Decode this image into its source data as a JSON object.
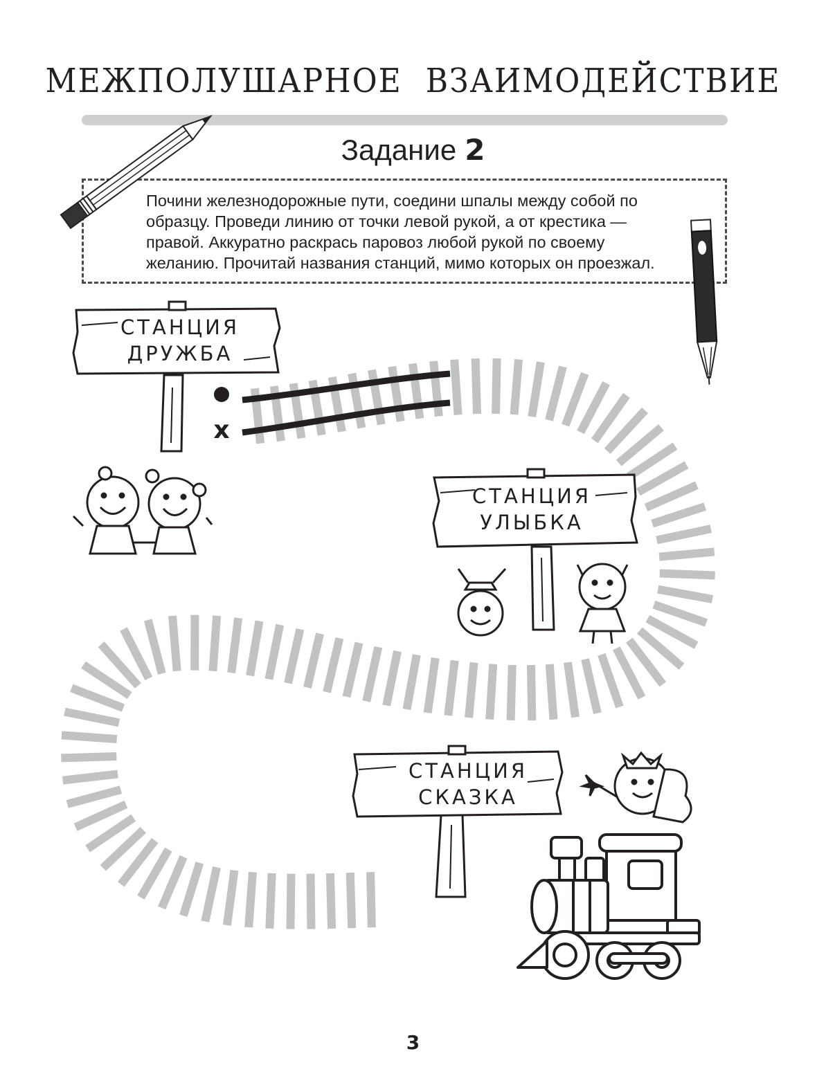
{
  "header": {
    "section_title_part1": "МЕЖПОЛУШАРНОЕ",
    "section_title_part2": "ВЗАИМОДЕЙСТВИЕ"
  },
  "task": {
    "label": "Задание",
    "number": "2",
    "instruction_lines": [
      "Почини железнодорожные пути, соедини шпалы между собой по",
      "образцу. Проведи линию от точки левой рукой, а от крестика —",
      "правой. Аккуратно раскрась паровоз любой рукой по своему",
      "желанию. Прочитай названия станций, мимо которых он проезжал."
    ]
  },
  "stations": [
    {
      "line1": "СТАНЦИЯ",
      "line2": "ДРУЖБА"
    },
    {
      "line1": "СТАНЦИЯ",
      "line2": "УЛЫБКА"
    },
    {
      "line1": "СТАНЦИЯ",
      "line2": "СКАЗКА"
    }
  ],
  "markers": {
    "cross": "x"
  },
  "page_number": "3",
  "colors": {
    "ink": "#231f20",
    "sleeper_gray": "#c2c2c2",
    "rule_gray": "#cfcfcf"
  }
}
